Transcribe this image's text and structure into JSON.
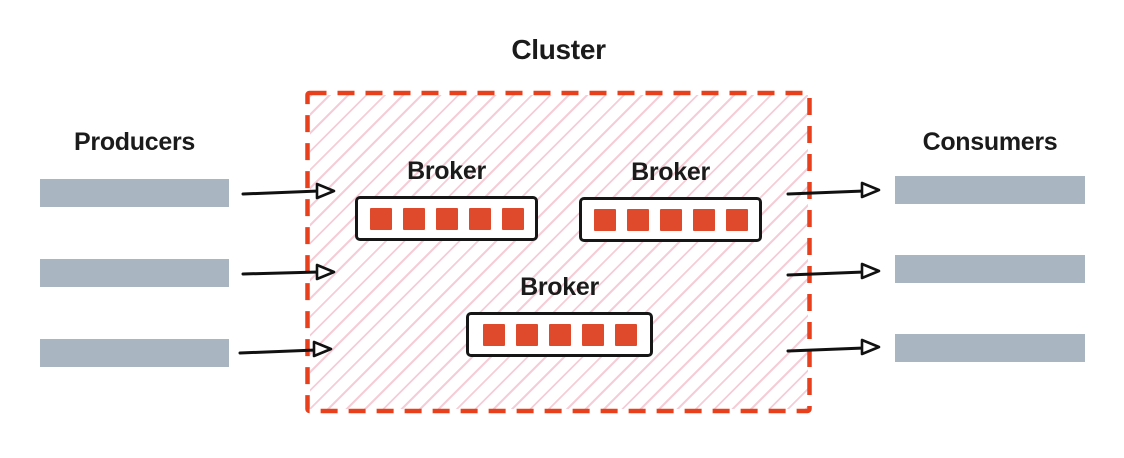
{
  "diagram": {
    "title": "Cluster",
    "producers": {
      "label": "Producers",
      "count": 3
    },
    "consumers": {
      "label": "Consumers",
      "count": 3
    },
    "brokers": [
      {
        "label": "Broker",
        "partitions": 5
      },
      {
        "label": "Broker",
        "partitions": 5
      },
      {
        "label": "Broker",
        "partitions": 5
      }
    ],
    "colors": {
      "accent_red": "#e8401c",
      "partition_red": "#e04a2c",
      "hatch_pink": "#f6cdd6",
      "bar_gray": "#a9b5c0",
      "text": "#1b1b1b",
      "arrow_black": "#111111",
      "box_border": "#161616"
    }
  }
}
